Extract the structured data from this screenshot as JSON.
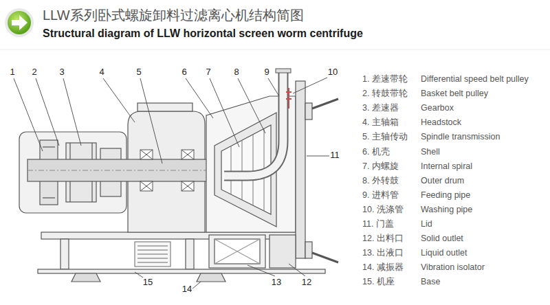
{
  "diagram": {
    "title": "LLW系列卧式螺旋卸料过滤离心机结构简图",
    "labels": [
      "Structural diagram of LLW horizontal screen worm centrifuge",
      "1",
      "2",
      "3",
      "4",
      "5",
      "6",
      "7",
      "8",
      "9",
      "10",
      "11",
      "12",
      "13",
      "14",
      "15",
      "1. 差速带轮",
      "Differential speed belt pulley",
      "2. 转鼓带轮",
      "Basket belt pulley",
      "3. 差速器",
      "Gearbox",
      "4. 主轴箱",
      "Headstock",
      "5. 主轴传动",
      "Spindle transmission",
      "6. 机壳",
      "Shell",
      "7. 内螺旋",
      "Internal spiral",
      "8. 外转鼓",
      "Outer drum",
      "9. 进料管",
      "Feeding pipe",
      "10. 洗涤管",
      "Washing pipe",
      "11. 门盖",
      "Lid",
      "12. 出料口",
      "Solid outlet",
      "13. 出液口",
      "Liquid outlet",
      "14. 减振器",
      "Vibration isolator",
      "15. 机座",
      "Base"
    ]
  }
}
